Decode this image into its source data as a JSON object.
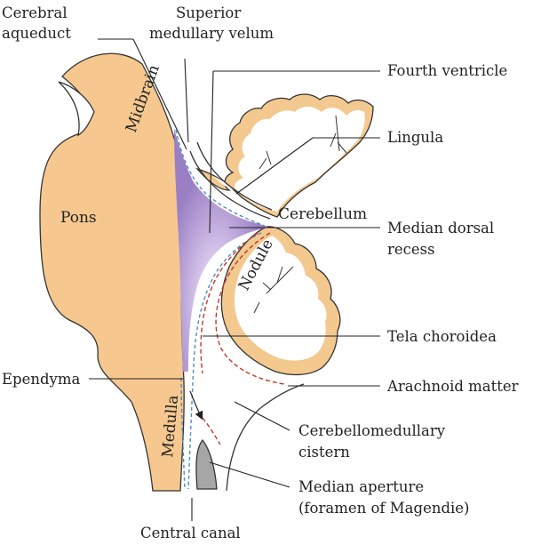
{
  "colors": {
    "brainstem_fill": "#f6c88f",
    "ventricle_fill": "#9b7fc4",
    "ventricle_core": "#ffffff",
    "cerebellum_rim": "#f3c98f",
    "pia_line": "#4a8fc4",
    "arachnoid_line": "#c0392b",
    "aperture_fill": "#a6a6a6",
    "line": "#222222"
  },
  "structures": {
    "pons": "Pons",
    "midbrain": "Midbrain",
    "medulla": "Medulla",
    "nodule": "Nodule",
    "cerebellum": "Cerebellum"
  },
  "labels": {
    "cerebral_aqueduct": [
      "Cerebral",
      "aqueduct"
    ],
    "superior_medullary_velum": [
      "Superior",
      "medullary velum"
    ],
    "fourth_ventricle": "Fourth ventricle",
    "lingula": "Lingula",
    "median_dorsal_recess": [
      "Median dorsal",
      "recess"
    ],
    "tela_choroidea": "Tela choroidea",
    "ependyma": "Ependyma",
    "arachnoid_matter": "Arachnoid matter",
    "cerebellomedullary_cistern": [
      "Cerebellomedullary",
      "cistern"
    ],
    "median_aperture": [
      "Median aperture",
      "(foramen of Magendie)"
    ],
    "central_canal": "Central canal"
  }
}
